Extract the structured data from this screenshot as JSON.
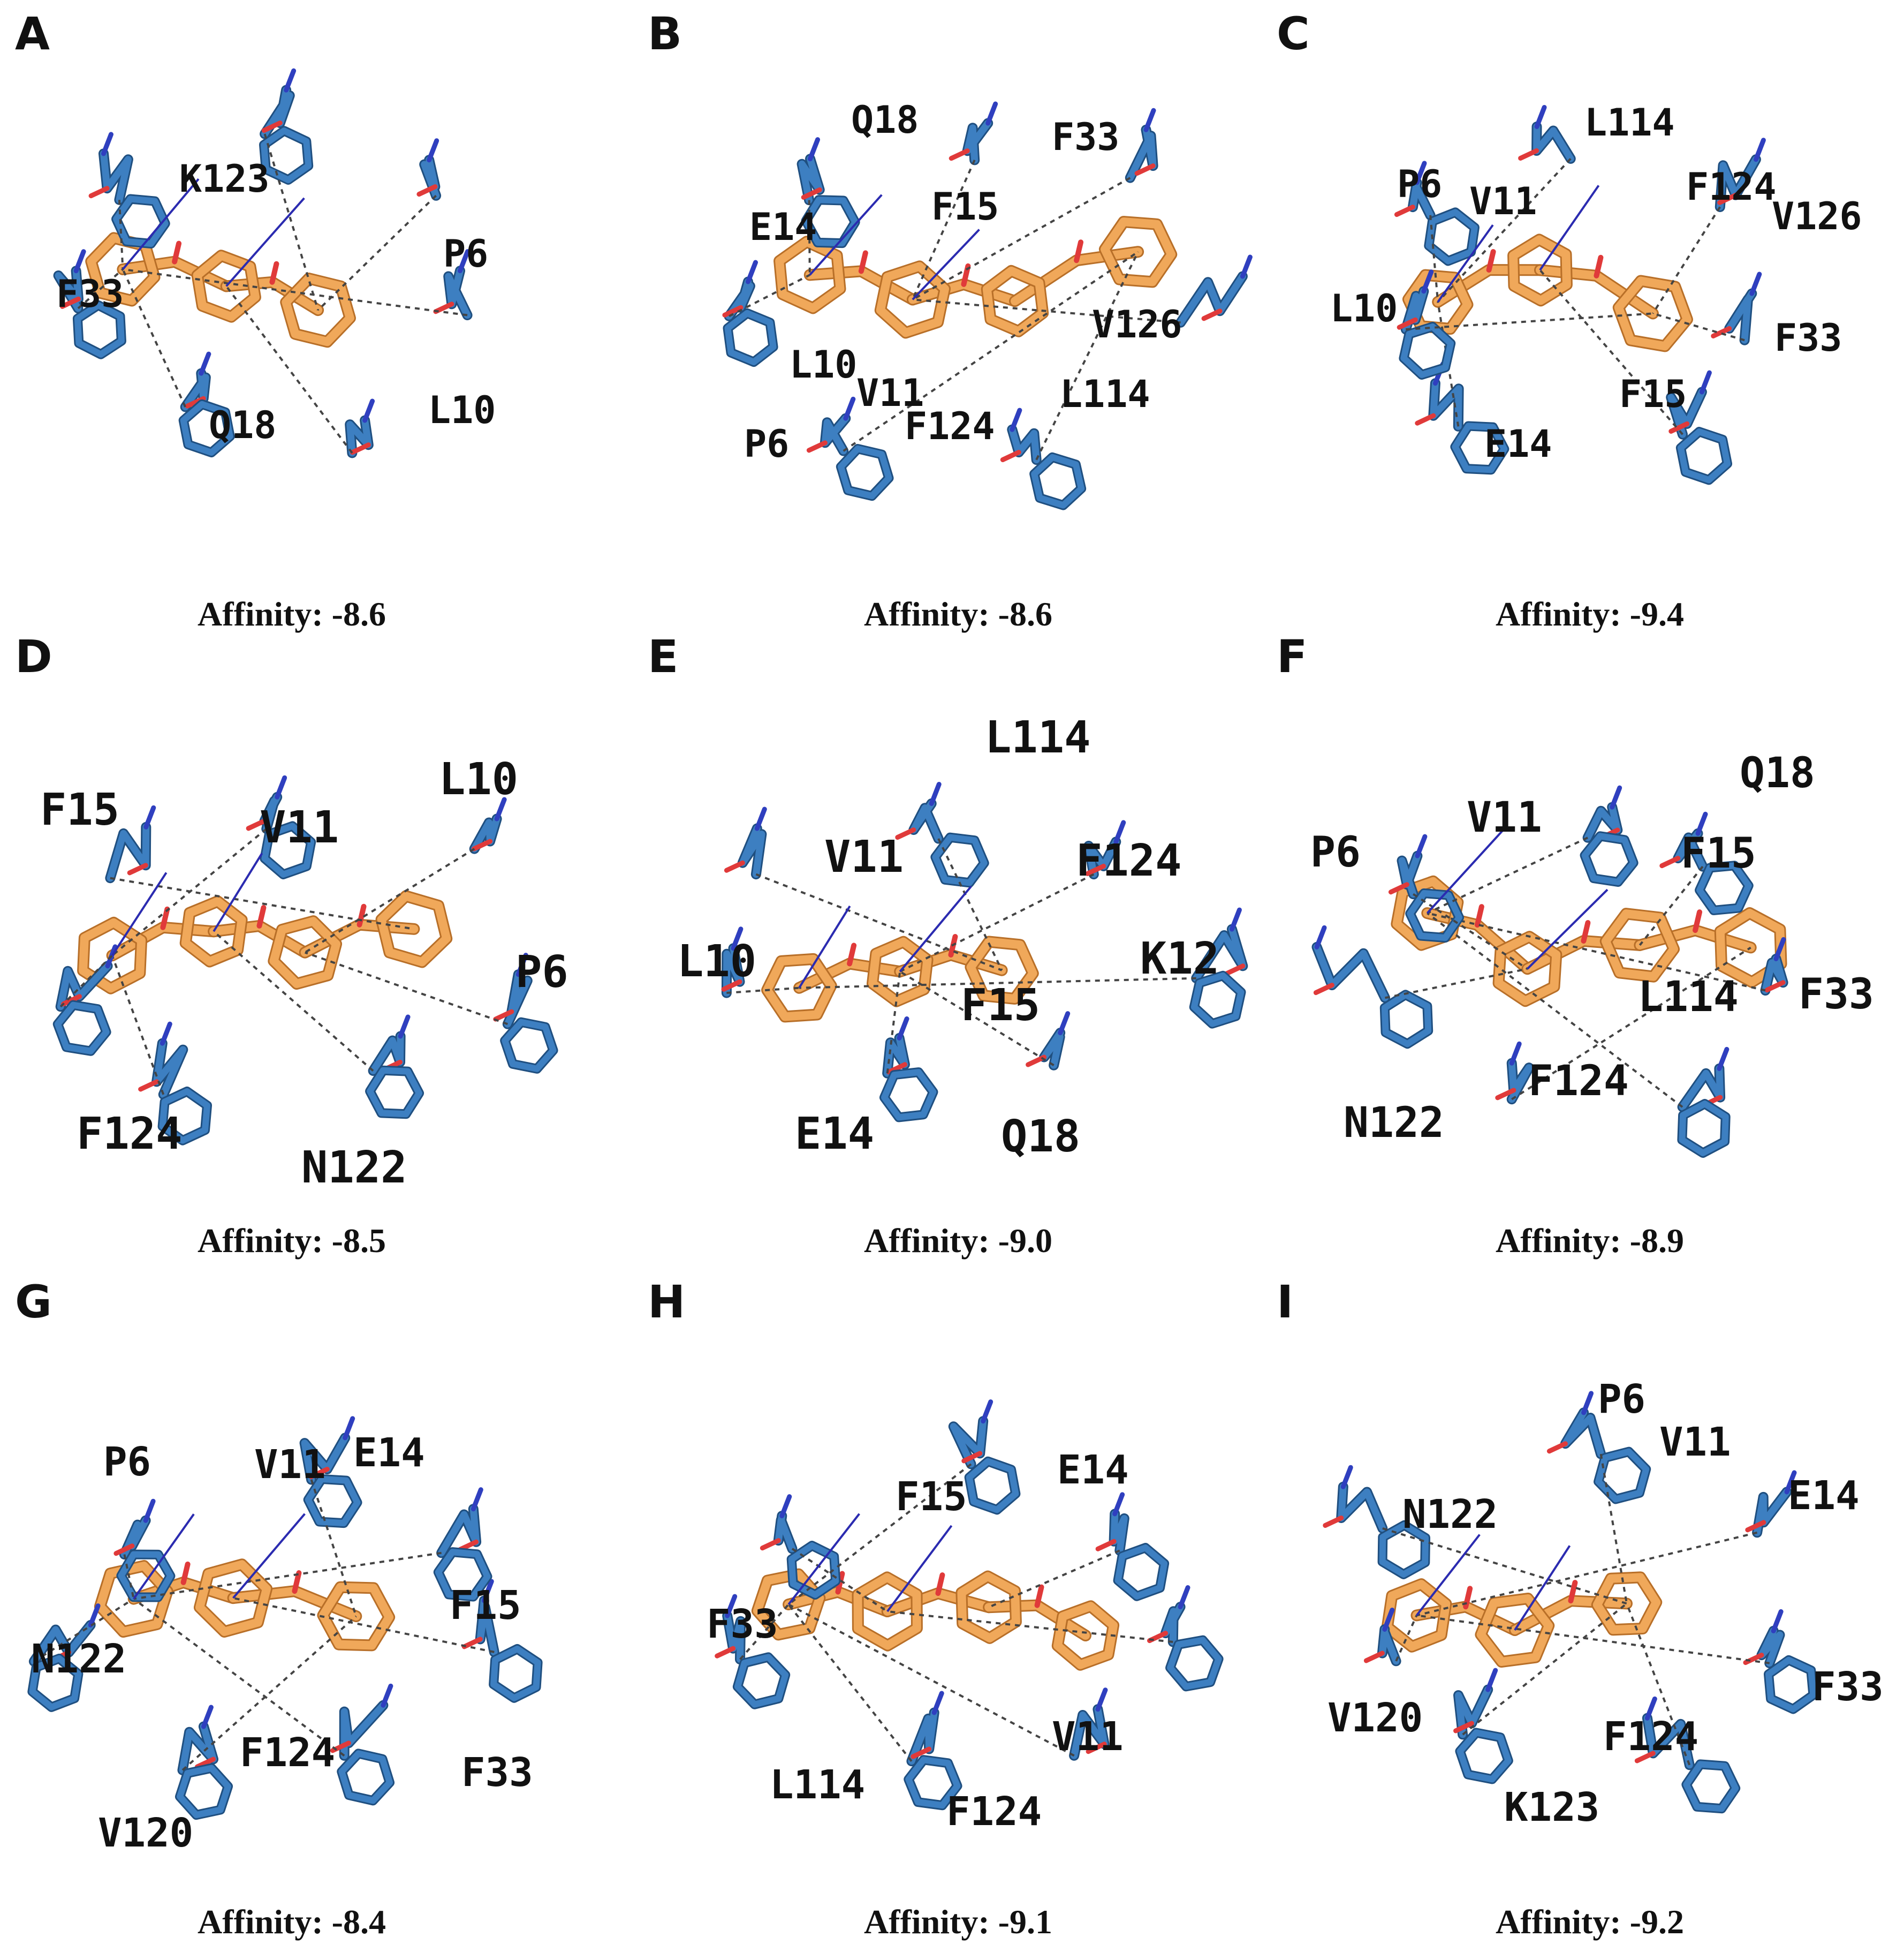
{
  "colors": {
    "residue": "#3d7fc1",
    "residue_dark": "#1f4f80",
    "ligand": "#f0a85a",
    "ligand_dark": "#b86f28",
    "oxygen": "#e03a3a",
    "nitrogen": "#2f3fbf",
    "text": "#111111"
  },
  "panels": [
    {
      "letter": "A",
      "affinity": "Affinity: -8.6",
      "labels": [
        {
          "text": "K123"
        },
        {
          "text": "P6"
        },
        {
          "text": "F33"
        },
        {
          "text": "Q18"
        },
        {
          "text": "L10"
        }
      ]
    },
    {
      "letter": "B",
      "affinity": "Affinity: -8.6",
      "labels": [
        {
          "text": "Q18"
        },
        {
          "text": "F33"
        },
        {
          "text": "E14"
        },
        {
          "text": "F15"
        },
        {
          "text": "V126"
        },
        {
          "text": "L10"
        },
        {
          "text": "V11"
        },
        {
          "text": "L114"
        },
        {
          "text": "F124"
        },
        {
          "text": "P6"
        }
      ]
    },
    {
      "letter": "C",
      "affinity": "Affinity: -9.4",
      "labels": [
        {
          "text": "L114"
        },
        {
          "text": "P6"
        },
        {
          "text": "V11"
        },
        {
          "text": "F124"
        },
        {
          "text": "V126"
        },
        {
          "text": "L10"
        },
        {
          "text": "F33"
        },
        {
          "text": "F15"
        },
        {
          "text": "E14"
        }
      ]
    },
    {
      "letter": "D",
      "affinity": "Affinity: -8.5",
      "labels": [
        {
          "text": "F15"
        },
        {
          "text": "L10"
        },
        {
          "text": "V11"
        },
        {
          "text": "P6"
        },
        {
          "text": "F124"
        },
        {
          "text": "N122"
        }
      ]
    },
    {
      "letter": "E",
      "affinity": "Affinity: -9.0",
      "labels": [
        {
          "text": "L114"
        },
        {
          "text": "V11"
        },
        {
          "text": "F124"
        },
        {
          "text": "L10"
        },
        {
          "text": "K12"
        },
        {
          "text": "F15"
        },
        {
          "text": "E14"
        },
        {
          "text": "Q18"
        }
      ]
    },
    {
      "letter": "F",
      "affinity": "Affinity: -8.9",
      "labels": [
        {
          "text": "Q18"
        },
        {
          "text": "P6"
        },
        {
          "text": "V11"
        },
        {
          "text": "F15"
        },
        {
          "text": "F33"
        },
        {
          "text": "L114"
        },
        {
          "text": "F124"
        },
        {
          "text": "N122"
        }
      ]
    },
    {
      "letter": "G",
      "affinity": "Affinity: -8.4",
      "labels": [
        {
          "text": "P6"
        },
        {
          "text": "V11"
        },
        {
          "text": "E14"
        },
        {
          "text": "F15"
        },
        {
          "text": "N122"
        },
        {
          "text": "F124"
        },
        {
          "text": "F33"
        },
        {
          "text": "V120"
        }
      ]
    },
    {
      "letter": "H",
      "affinity": "Affinity: -9.1",
      "labels": [
        {
          "text": "F15"
        },
        {
          "text": "E14"
        },
        {
          "text": "F33"
        },
        {
          "text": "V11"
        },
        {
          "text": "L114"
        },
        {
          "text": "F124"
        }
      ]
    },
    {
      "letter": "I",
      "affinity": "Affinity: -9.2",
      "labels": [
        {
          "text": "P6"
        },
        {
          "text": "V11"
        },
        {
          "text": "N122"
        },
        {
          "text": "E14"
        },
        {
          "text": "F33"
        },
        {
          "text": "V120"
        },
        {
          "text": "F124"
        },
        {
          "text": "K123"
        }
      ]
    }
  ]
}
